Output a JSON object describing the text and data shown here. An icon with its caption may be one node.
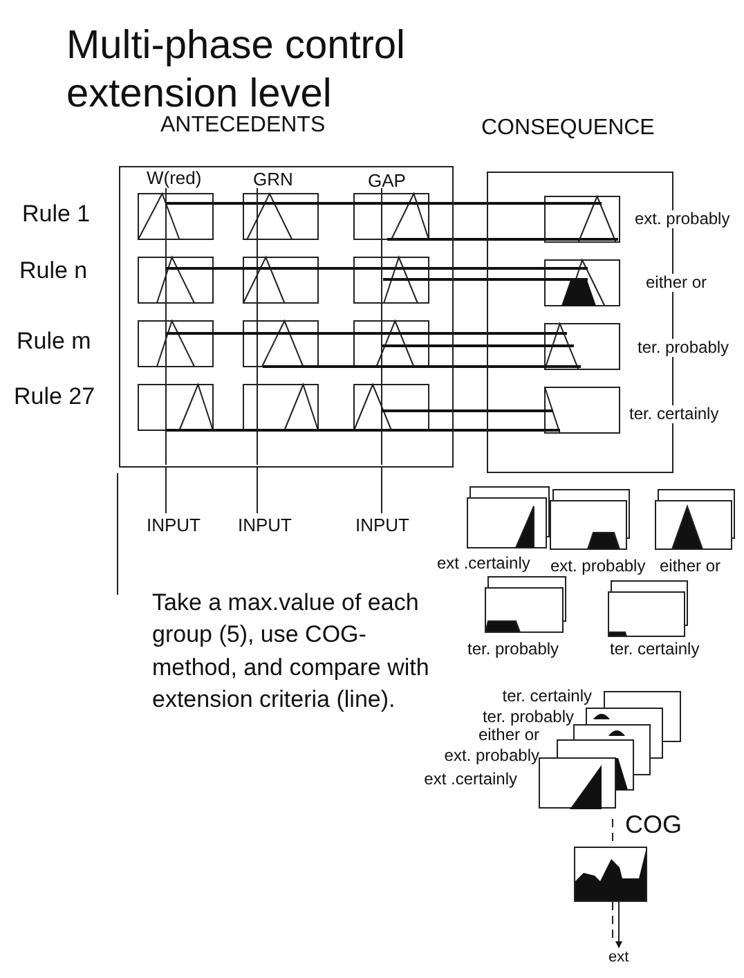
{
  "diagram": {
    "title": "Multi-phase control extension level",
    "nodes": [
      {
        "text": [
          "ANTECEDENTS"
        ]
      },
      {
        "text": [
          "CONSEQUENCE"
        ]
      },
      {
        "text": [
          "INPUT"
        ]
      },
      {
        "text": [
          "INPUT"
        ]
      },
      {
        "text": [
          "INPUT"
        ]
      },
      {
        "text": [],
        "shape": "box"
      },
      {
        "text": [
          "ext"
        ]
      }
    ],
    "edges": [
      {
        "from": 2,
        "to": 0,
        "arrow": "none"
      },
      {
        "from": 3,
        "to": 0,
        "arrow": "none"
      },
      {
        "from": 4,
        "to": 0,
        "arrow": "none"
      },
      {
        "from": 5,
        "to": 6,
        "arrow": "to"
      }
    ],
    "labels": [
      "W(red)",
      "GRN",
      "GAP",
      "Rule 1",
      "ext. probably",
      "Rule n",
      "either or",
      "Rule m",
      "ter. probably",
      "Rule 27",
      "ter. certainly",
      "ext .certainly",
      "ext. probably",
      "either or",
      "Take a max.value of each group (5), use COG-method, and compare with extension criteria (line).",
      "ter. probably",
      "ter. certainly",
      "ter. certainly",
      "ter. probably",
      "either or",
      "ext. probably",
      "ext .certainly",
      "COG"
    ]
  }
}
